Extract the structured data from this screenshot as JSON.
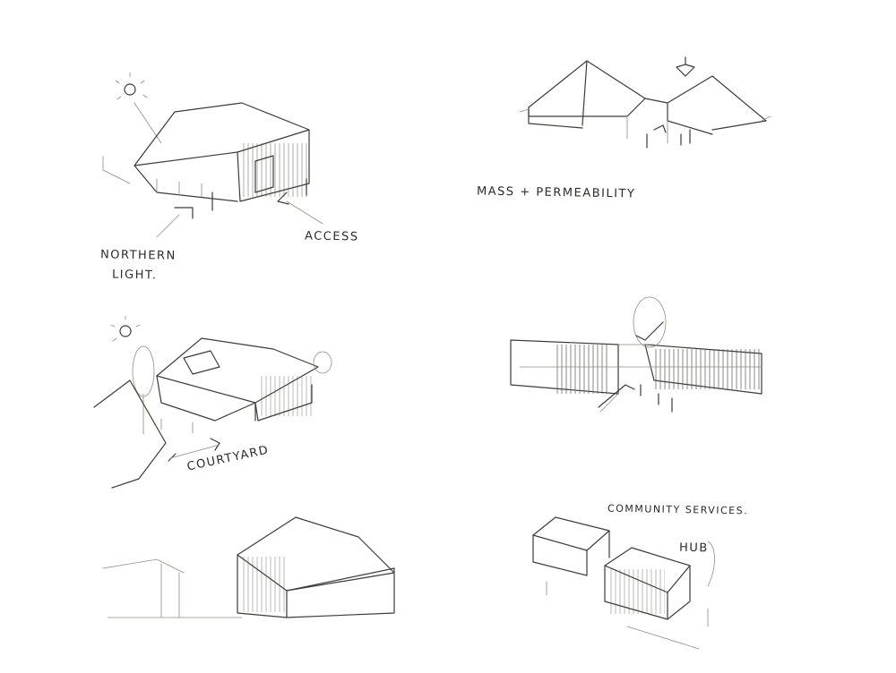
{
  "sketches": [
    {
      "id": "northern-light",
      "labels": {
        "primary": "NORTHERN",
        "secondary": "LIGHT.",
        "access": "ACCESS"
      }
    },
    {
      "id": "mass-permeability",
      "labels": {
        "primary": "MASS + PERMEABILITY"
      }
    },
    {
      "id": "courtyard",
      "labels": {
        "primary": "COURTYARD"
      }
    },
    {
      "id": "section-view",
      "labels": {}
    },
    {
      "id": "barn-perspective",
      "labels": {}
    },
    {
      "id": "community-services",
      "labels": {
        "primary": "COMMUNITY SERVICES.",
        "hub": "HUB"
      }
    }
  ],
  "colors": {
    "ink": "#3a3d38",
    "paper": "#ffffff",
    "pencil": "#8a9080"
  }
}
